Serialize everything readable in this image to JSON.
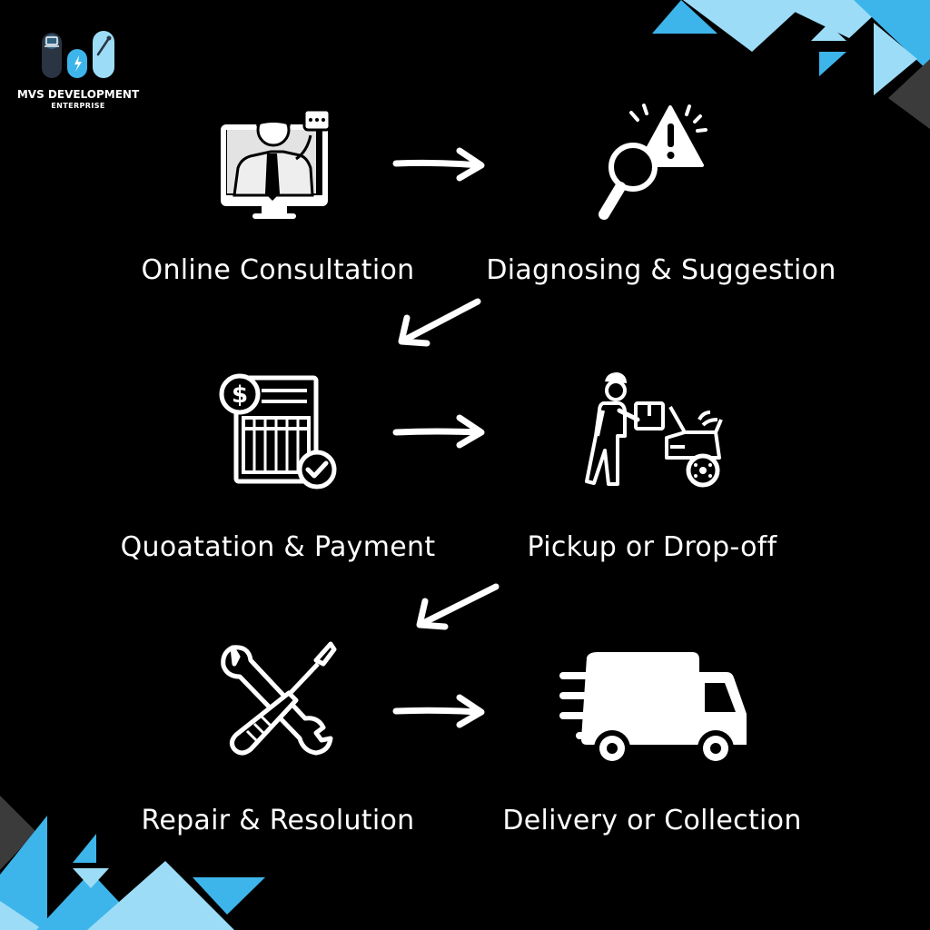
{
  "brand": {
    "name": "MVS DEVELOPMENT",
    "subtitle": "ENTERPRISE"
  },
  "colors": {
    "background": "#000000",
    "accent_light": "#9ddcf7",
    "accent": "#3db5ea",
    "accent_gray": "#3b3b3b",
    "foreground": "#ffffff"
  },
  "steps": [
    {
      "label": "Online Consultation",
      "icon": "monitor-consultant-icon"
    },
    {
      "label": "Diagnosing & Suggestion",
      "icon": "magnifier-warning-icon"
    },
    {
      "label": "Quoatation & Payment",
      "icon": "invoice-check-icon"
    },
    {
      "label": "Pickup or Drop-off",
      "icon": "courier-car-icon"
    },
    {
      "label": "Repair & Resolution",
      "icon": "wrench-screwdriver-icon"
    },
    {
      "label": "Delivery or Collection",
      "icon": "delivery-truck-icon"
    }
  ]
}
